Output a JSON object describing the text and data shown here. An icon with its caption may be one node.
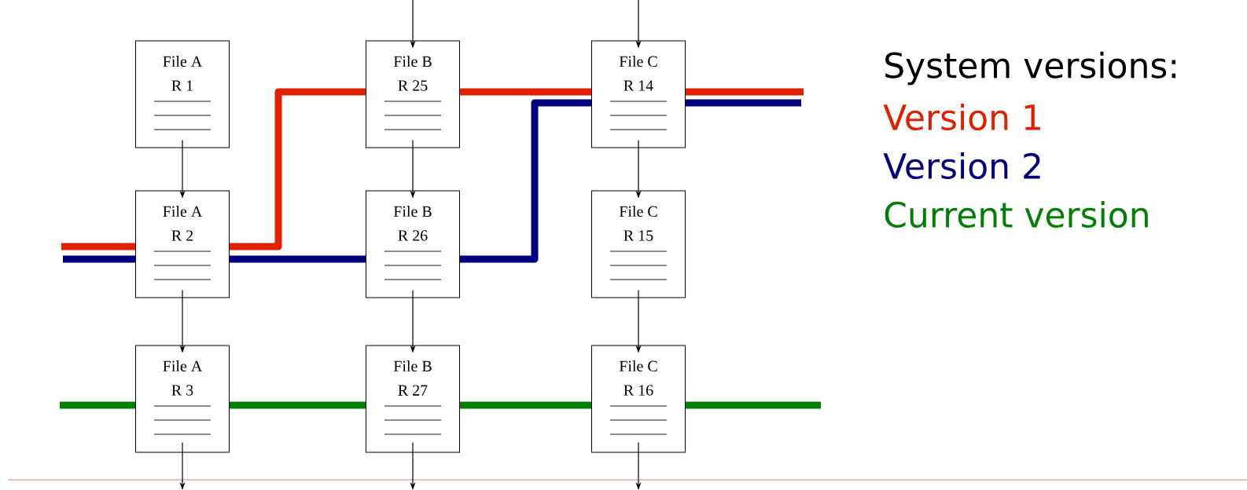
{
  "diagram": {
    "nodes": [
      {
        "text": [
          "File A",
          "R 1"
        ]
      },
      {
        "text": [
          "File B",
          "R 25"
        ]
      },
      {
        "text": [
          "File C",
          "R 14"
        ]
      },
      {
        "text": [
          "File A",
          "R 2"
        ]
      },
      {
        "text": [
          "File B",
          "R 26"
        ]
      },
      {
        "text": [
          "File C",
          "R 15"
        ]
      },
      {
        "text": [
          "File A",
          "R 3"
        ]
      },
      {
        "text": [
          "File B",
          "R 27"
        ]
      },
      {
        "text": [
          "File C",
          "R 16"
        ]
      }
    ],
    "edges": [
      {
        "from": null,
        "to": 1,
        "arrow": "to"
      },
      {
        "from": null,
        "to": 2,
        "arrow": "to"
      },
      {
        "from": 0,
        "to": 3,
        "arrow": "to"
      },
      {
        "from": 1,
        "to": 4,
        "arrow": "to"
      },
      {
        "from": 2,
        "to": 5,
        "arrow": "to"
      },
      {
        "from": 3,
        "to": 6,
        "arrow": "to"
      },
      {
        "from": 4,
        "to": 7,
        "arrow": "to"
      },
      {
        "from": 5,
        "to": 8,
        "arrow": "to"
      },
      {
        "from": 6,
        "to": null,
        "arrow": "to"
      },
      {
        "from": 7,
        "to": null,
        "arrow": "to"
      },
      {
        "from": 8,
        "to": null,
        "arrow": "to"
      }
    ],
    "labels": [
      "System versions:"
    ],
    "legend": [
      {
        "text": "Version 1",
        "color": "#e02000"
      },
      {
        "text": "Version 2",
        "color": "#000080"
      },
      {
        "text": "Current version",
        "color": "#008000"
      }
    ]
  }
}
